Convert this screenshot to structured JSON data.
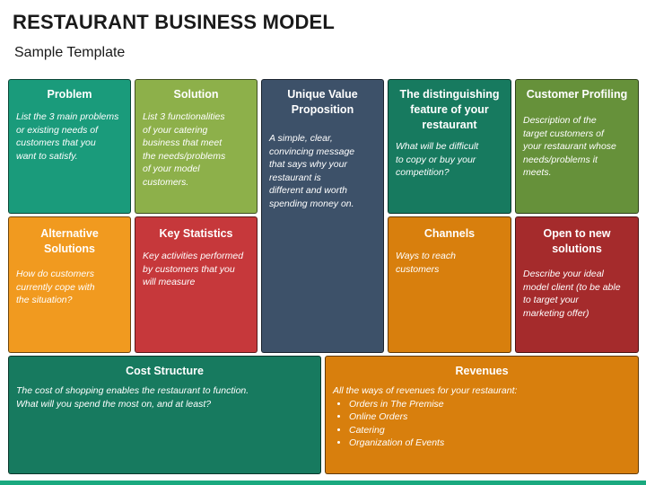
{
  "header": {
    "title": "RESTAURANT BUSINESS MODEL",
    "subtitle": "Sample Template"
  },
  "colors": {
    "problem": "#1a9b7b",
    "solution": "#8db04a",
    "unique": "#3d5169",
    "distinguishing": "#177a5f",
    "customer": "#66913a",
    "alternative": "#f19a1f",
    "keystats": "#c6383b",
    "channels": "#d87f0d",
    "opennew": "#a52b2c",
    "cost": "#177a5f",
    "revenues": "#d87f0d"
  },
  "boxes": {
    "problem": {
      "title": "Problem",
      "body": "List the 3 main problems\nor existing needs of\ncustomers that you\nwant to satisfy."
    },
    "solution": {
      "title": "Solution",
      "body": "List 3 functionalities\nof your catering\nbusiness that meet\nthe needs/problems\nof your model\ncustomers."
    },
    "unique": {
      "title": "Unique Value\nProposition",
      "body": "A simple, clear,\nconvincing message\nthat says why your\nrestaurant is\ndifferent and worth\nspending money on."
    },
    "distinguishing": {
      "title": "The distinguishing\nfeature of your\nrestaurant",
      "body": "What will be difficult\nto copy or buy your\ncompetition?"
    },
    "customer": {
      "title": "Customer Profiling",
      "body": "Description of the\ntarget customers of\nyour restaurant whose\nneeds/problems it\nmeets."
    },
    "alternative": {
      "title": "Alternative\nSolutions",
      "body": "How do customers\ncurrently cope with\nthe situation?"
    },
    "keystats": {
      "title": "Key Statistics",
      "body": "Key activities performed\nby customers that you\nwill measure"
    },
    "channels": {
      "title": "Channels",
      "body": "Ways to reach\ncustomers"
    },
    "opennew": {
      "title": "Open to new\nsolutions",
      "body": "Describe your ideal\nmodel client (to be able\nto target your\nmarketing offer)"
    },
    "cost": {
      "title": "Cost Structure",
      "body": "The cost of shopping enables the restaurant to function.\nWhat will you spend the most on, and at least?"
    },
    "revenues": {
      "title": "Revenues",
      "body": "All the ways of revenues for your restaurant:",
      "items": [
        "Orders in The Premise",
        "Online Orders",
        "Catering",
        "Organization of Events"
      ]
    }
  }
}
